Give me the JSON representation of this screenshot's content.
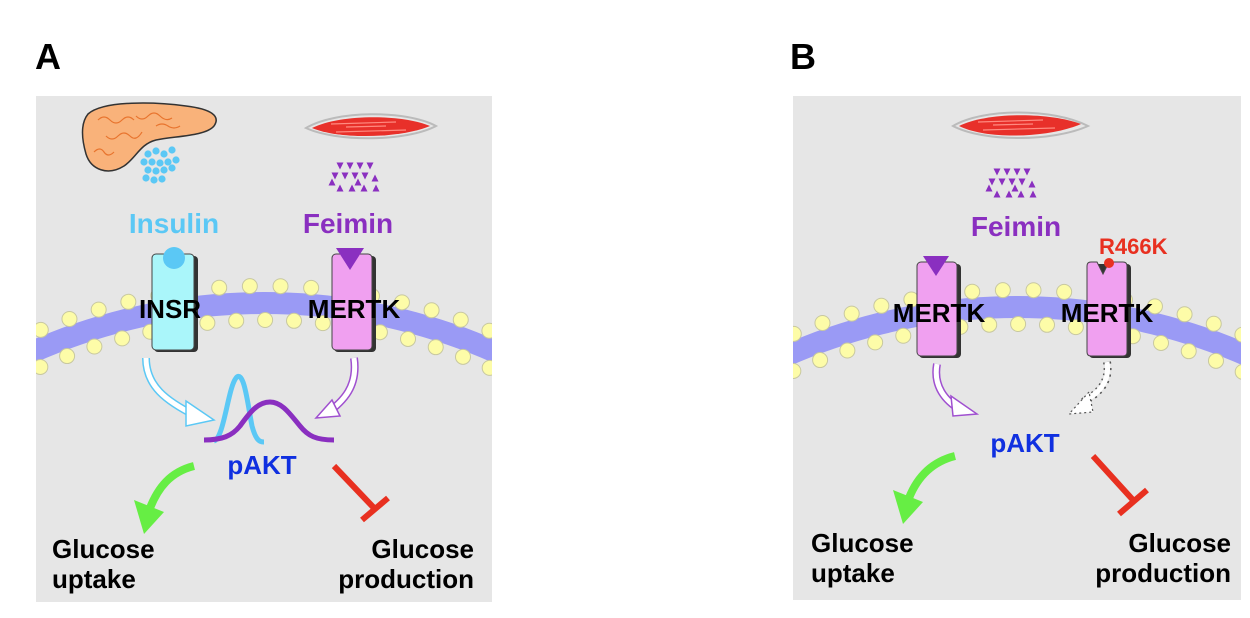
{
  "figure": {
    "panels": [
      {
        "id": "A",
        "letter": "A",
        "ligands": [
          {
            "label": "Insulin",
            "source": "pancreas",
            "color": "#5bc8f5",
            "particle_shape": "circle"
          },
          {
            "label": "Feimin",
            "source": "muscle",
            "color": "#8a2fc0",
            "particle_shape": "triangle"
          }
        ],
        "receptors": [
          {
            "label": "INSR",
            "color": "#aaf6fa"
          },
          {
            "label": "MERTK",
            "color": "#f0a0f0"
          }
        ],
        "node": {
          "label": "pAKT",
          "color": "#1030e0"
        },
        "outcomes": [
          {
            "label_line1": "Glucose",
            "label_line2": "uptake",
            "effect": "activation",
            "color": "#66ee44"
          },
          {
            "label_line1": "Glucose",
            "label_line2": "production",
            "effect": "inhibition",
            "color": "#e83020"
          }
        ]
      },
      {
        "id": "B",
        "letter": "B",
        "ligands": [
          {
            "label": "Feimin",
            "source": "muscle",
            "color": "#8a2fc0",
            "particle_shape": "triangle"
          }
        ],
        "receptors": [
          {
            "label": "MERTK",
            "color": "#f0a0f0"
          },
          {
            "label": "MERTK",
            "color": "#f0a0f0",
            "mutation": "R466K",
            "mutation_color": "#e83020"
          }
        ],
        "node": {
          "label": "pAKT",
          "color": "#1030e0"
        },
        "outcomes": [
          {
            "label_line1": "Glucose",
            "label_line2": "uptake",
            "effect": "activation",
            "color": "#66ee44"
          },
          {
            "label_line1": "Glucose",
            "label_line2": "production",
            "effect": "inhibition",
            "color": "#e83020"
          }
        ]
      }
    ],
    "colors": {
      "panel_bg": "#e6e6e6",
      "membrane_core": "#9a9af5",
      "lipid_head": "#fdfca8",
      "pakt_curve_insulin": "#5bc8f5",
      "pakt_curve_feimin": "#8a2fc0"
    }
  }
}
